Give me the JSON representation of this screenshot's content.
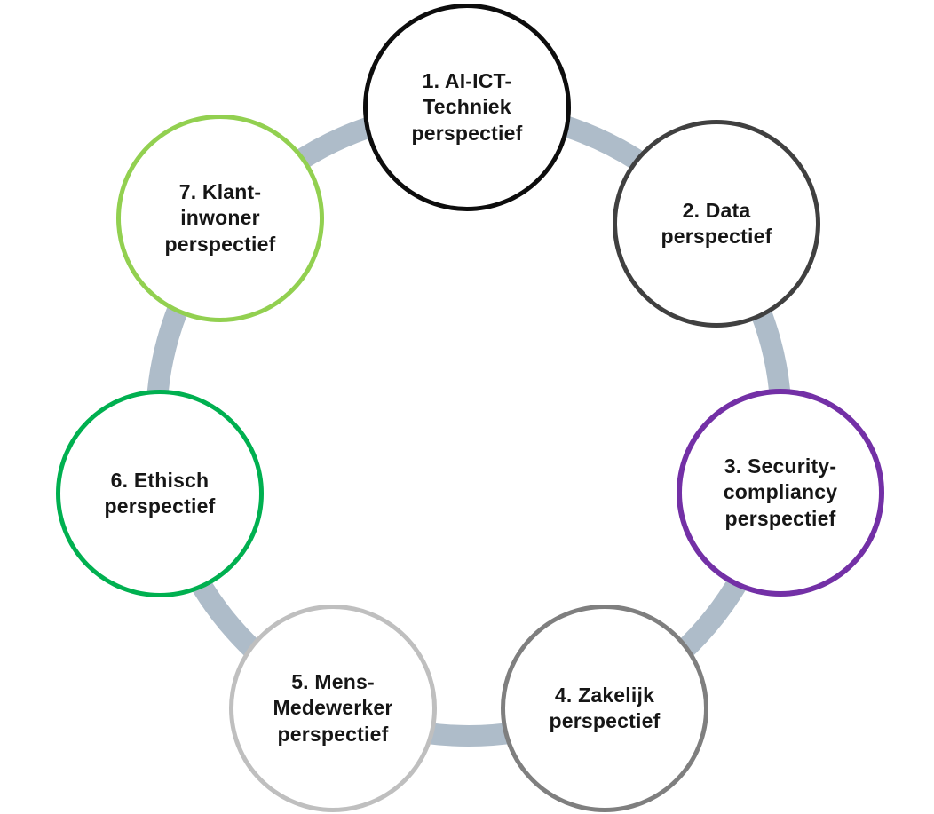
{
  "diagram": {
    "type": "cycle-diagram",
    "background_color": "#ffffff",
    "ring_color": "#aebcc9",
    "text_color": "#161616",
    "nodes": [
      {
        "id": 1,
        "label": "1. AI-ICT-\nTechniek\nperspectief",
        "color": "#0d0d0d"
      },
      {
        "id": 2,
        "label": "2. Data\nperspectief",
        "color": "#404040"
      },
      {
        "id": 3,
        "label": "3. Security-\ncompliancy\nperspectief",
        "color": "#7330a6"
      },
      {
        "id": 4,
        "label": "4. Zakelijk\nperspectief",
        "color": "#7f7f7f"
      },
      {
        "id": 5,
        "label": "5. Mens-\nMedewerker\nperspectief",
        "color": "#bfbfbf"
      },
      {
        "id": 6,
        "label": "6. Ethisch\nperspectief",
        "color": "#00b050"
      },
      {
        "id": 7,
        "label": "7. Klant-\ninwoner\nperspectief",
        "color": "#92d050"
      }
    ]
  }
}
